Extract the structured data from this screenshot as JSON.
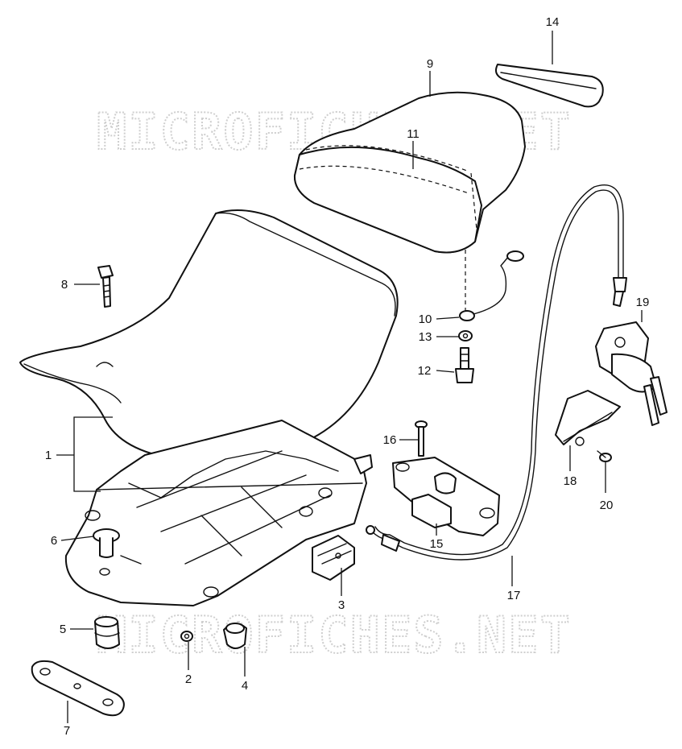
{
  "watermark": "MICROFICHES.NET",
  "callouts": {
    "c1": "1",
    "c2": "2",
    "c3": "3",
    "c4": "4",
    "c5": "5",
    "c6": "6",
    "c7": "7",
    "c8": "8",
    "c9": "9",
    "c10": "10",
    "c11": "11",
    "c12": "12",
    "c13": "13",
    "c14": "14",
    "c15": "15",
    "c16": "16",
    "c17": "17",
    "c18": "18",
    "c19": "19",
    "c20": "20"
  },
  "colors": {
    "line": "#111111",
    "watermark": "#cfcfcf",
    "background": "#ffffff"
  }
}
